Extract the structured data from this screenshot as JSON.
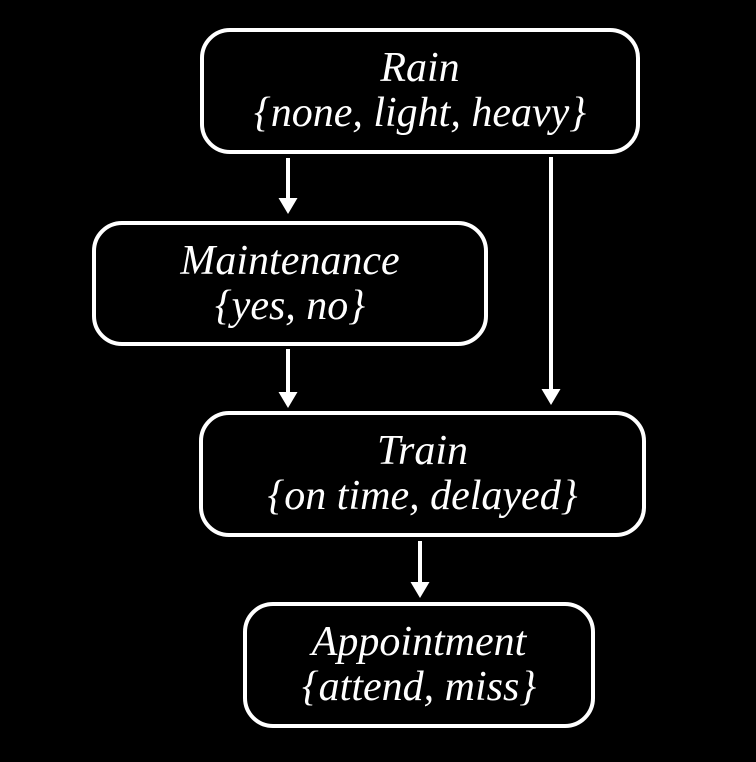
{
  "diagram": {
    "colors": {
      "background": "#000000",
      "node_border": "#ffffff",
      "text": "#ffffff",
      "arrow": "#ffffff"
    },
    "nodes": [
      {
        "id": "rain",
        "label": "Rain",
        "values": "{none, light, heavy}"
      },
      {
        "id": "maintenance",
        "label": "Maintenance",
        "values": "{yes, no}"
      },
      {
        "id": "train",
        "label": "Train",
        "values": "{on time, delayed}"
      },
      {
        "id": "appointment",
        "label": "Appointment",
        "values": "{attend, miss}"
      }
    ],
    "edges": [
      {
        "from": "rain",
        "to": "maintenance"
      },
      {
        "from": "rain",
        "to": "train"
      },
      {
        "from": "maintenance",
        "to": "train"
      },
      {
        "from": "train",
        "to": "appointment"
      }
    ]
  }
}
